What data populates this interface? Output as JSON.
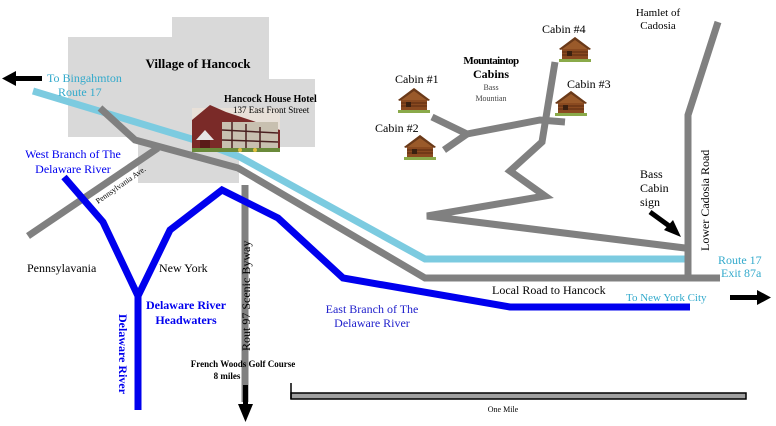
{
  "colors": {
    "river": "#0000ee",
    "route17": "#7ccbe0",
    "road": "#808080",
    "village": "#d9d9d9",
    "route_label": "#33aacc"
  },
  "labels": {
    "village": "Village of Hancock",
    "to_binghamton": "To Bingahmton",
    "route17_left": "Route 17",
    "hotel_name": "Hancock House Hotel",
    "hotel_address": "137 East Front Street",
    "west_branch_1": "West Branch of The",
    "west_branch_2": "Delaware River",
    "pennsylvania_ave": "Pennsylvania Ave.",
    "pennsylvania": "Pennsylavania",
    "new_york": "New York",
    "headwaters_1": "Delaware River",
    "headwaters_2": "Headwaters",
    "delaware_river": "Delaware River",
    "route97": "Rout 97 Scenic Byway",
    "golf_1": "French Woods Golf Course",
    "golf_2": "8 miles",
    "east_branch_1": "East Branch of The",
    "east_branch_2": "Delaware River",
    "local_road": "Local Road to Hancock",
    "to_nyc": "To New York City",
    "route17_right": "Route 17",
    "exit": "Exit 87a",
    "lower_cadosia": "Lower Cadosia Road",
    "bass_sign_1": "Bass",
    "bass_sign_2": "Cabin",
    "bass_sign_3": "sign",
    "hamlet_1": "Hamlet of",
    "hamlet_2": "Cadosia",
    "mountaintop_1": "Mountaintop",
    "mountaintop_2": "Cabins",
    "bass_mtn_1": "Bass",
    "bass_mtn_2": "Mountian",
    "cabin1": "Cabin #1",
    "cabin2": "Cabin #2",
    "cabin3": "Cabin #3",
    "cabin4": "Cabin #4",
    "scale": "One Mile"
  }
}
